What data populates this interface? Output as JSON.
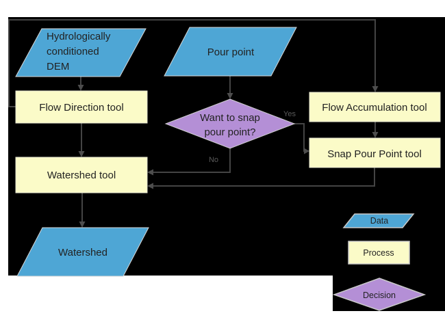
{
  "colors": {
    "page_background": "#ffffff",
    "panel": "#000000",
    "data_fill": "#4ea6d5",
    "process_fill": "#fbfbc8",
    "decision_fill": "#b48fd6",
    "connector": "#444444",
    "shape_border": "#d6d6d6",
    "node_text": "#222222",
    "edge_label_text": "#5a5a5a"
  },
  "nodes": {
    "dem": {
      "type": "data",
      "lines": [
        "Hydrologically",
        "conditioned",
        "DEM"
      ]
    },
    "pour_point": {
      "type": "data",
      "label": "Pour point"
    },
    "flow_direction": {
      "type": "process",
      "label": "Flow Direction tool"
    },
    "flow_accumulation": {
      "type": "process",
      "label": "Flow Accumulation tool"
    },
    "decision": {
      "type": "decision",
      "lines": [
        "Want to snap",
        "pour point?"
      ]
    },
    "snap_pour_point": {
      "type": "process",
      "label": "Snap Pour Point tool"
    },
    "watershed_tool": {
      "type": "process",
      "label": "Watershed tool"
    },
    "watershed": {
      "type": "data",
      "label": "Watershed"
    }
  },
  "edge_labels": {
    "yes": "Yes",
    "no": "No"
  },
  "legend": {
    "data": "Data",
    "process": "Process",
    "decision": "Decision"
  }
}
